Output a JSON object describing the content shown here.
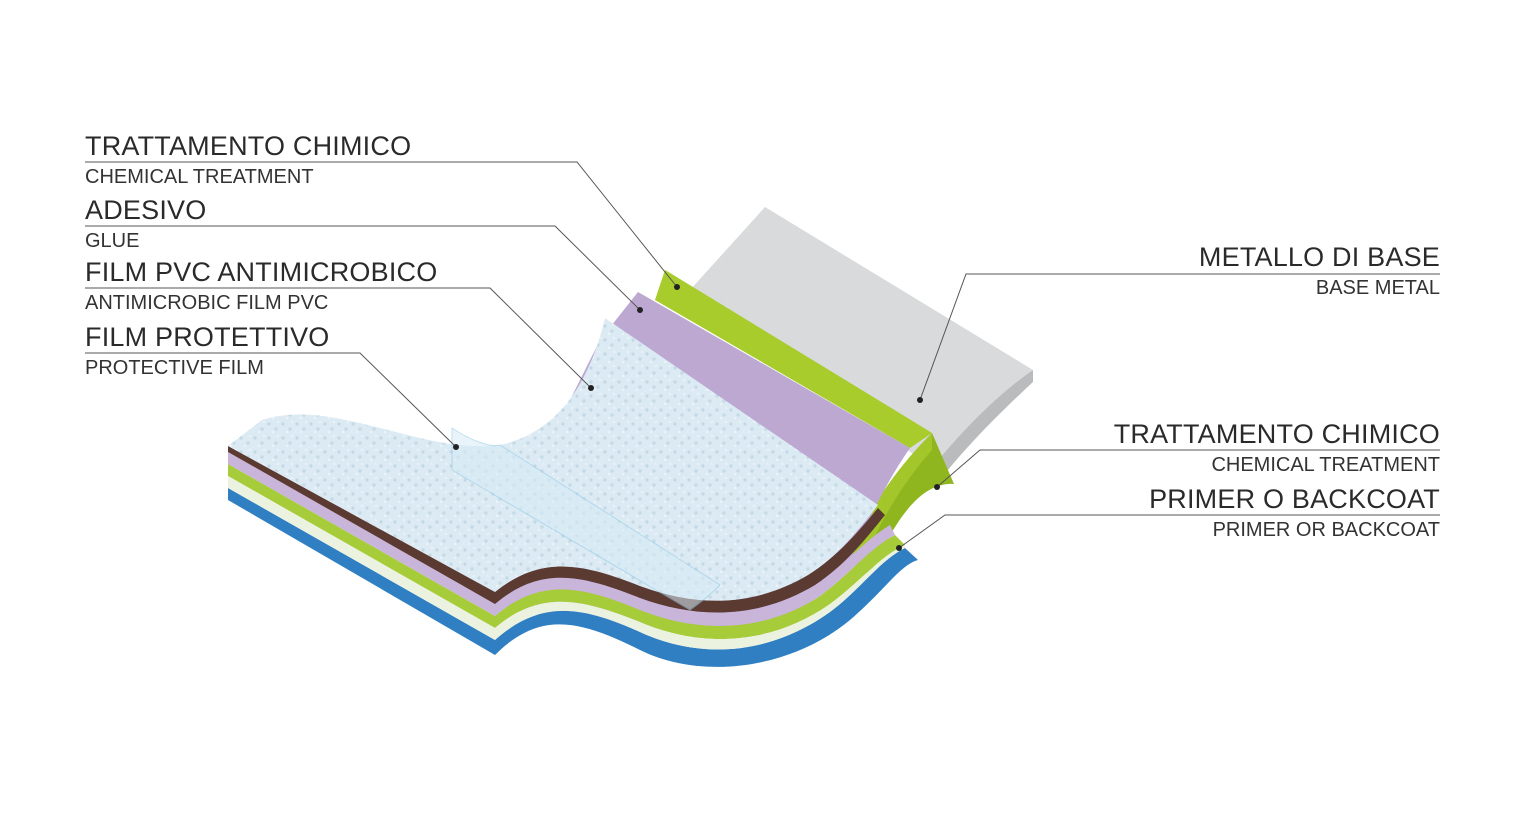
{
  "colors": {
    "base_metal": "#d9dadb",
    "chemical_treatment": "#a3c72a",
    "adhesive": "#bda8d2",
    "pvc_film": "#dceaf2",
    "protective_film": "#cfe6f2",
    "brown_layer": "#5b3a32",
    "primer": "#2f7fc2",
    "leader_line": "#555555"
  },
  "labels_left": [
    {
      "it": "TRATTAMENTO CHIMICO",
      "en": "CHEMICAL TREATMENT"
    },
    {
      "it": "ADESIVO",
      "en": "GLUE"
    },
    {
      "it": "FILM PVC ANTIMICROBICO",
      "en": "ANTIMICROBIC FILM PVC"
    },
    {
      "it": "FILM PROTETTIVO",
      "en": "PROTECTIVE FILM"
    }
  ],
  "labels_right": [
    {
      "it": "METALLO DI BASE",
      "en": "BASE METAL"
    },
    {
      "it": "TRATTAMENTO CHIMICO",
      "en": "CHEMICAL TREATMENT"
    },
    {
      "it": "PRIMER O BACKCOAT",
      "en": "PRIMER OR BACKCOAT"
    }
  ]
}
